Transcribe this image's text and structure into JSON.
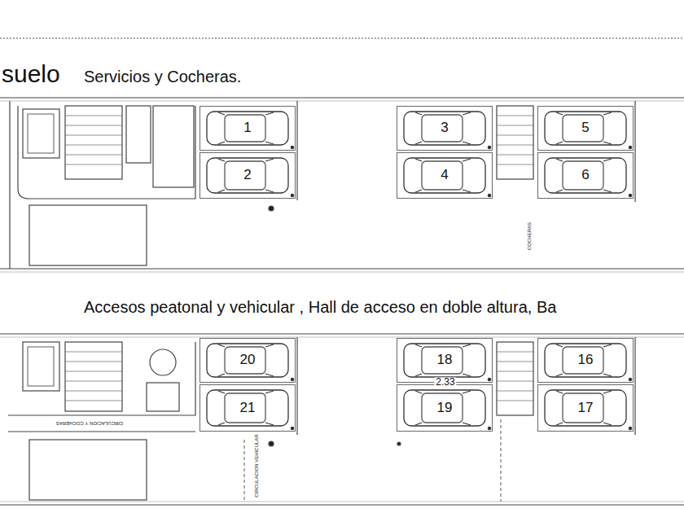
{
  "diagram": {
    "nodes": [
      {
        "text": [
          "1"
        ]
      },
      {
        "text": [
          "3"
        ]
      },
      {
        "text": [
          "5"
        ]
      },
      {
        "text": [
          "2"
        ]
      },
      {
        "text": [
          "4"
        ]
      },
      {
        "text": [
          "6"
        ]
      },
      {
        "text": [
          "20"
        ]
      },
      {
        "text": [
          "18"
        ]
      },
      {
        "text": [
          "16"
        ]
      },
      {
        "text": [
          "21"
        ]
      },
      {
        "text": [
          "19"
        ]
      },
      {
        "text": [
          "17"
        ]
      }
    ],
    "labels": [
      "suelo",
      "Servicios y Cocheras.",
      "COCHERAS",
      "Accesos peatonal y vehicular , Hall de acceso en doble altura, Ba",
      "2.33",
      "CIRCULACION Y COCHERAS",
      "CIRCULACION VEHICULAR"
    ]
  }
}
